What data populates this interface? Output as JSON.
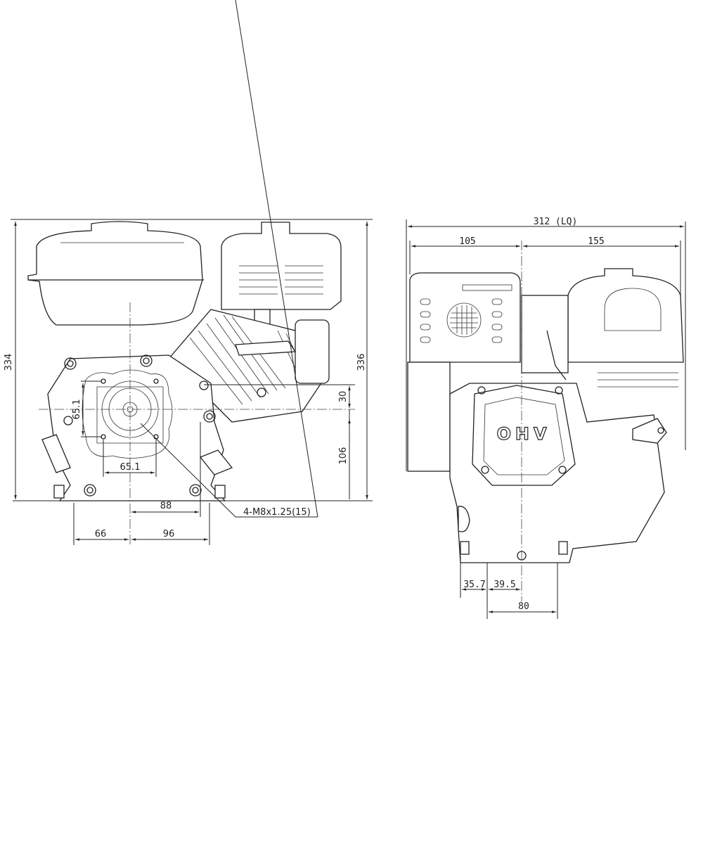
{
  "left_view": {
    "dims": {
      "overall_height_left": "334",
      "overall_height_right": "336",
      "bolt_vertical": "65.1",
      "bolt_horizontal": "65.1",
      "shaft_offset": "30",
      "shaft_height": "106",
      "mount_half": "88",
      "mount_left": "66",
      "mount_right": "96"
    },
    "callout": "4-M8x1.25(15)"
  },
  "right_view": {
    "dims": {
      "overall_length": "312 (LQ)",
      "left_part": "105",
      "right_part": "155",
      "base_left": "35.7",
      "base_mid": "39.5",
      "base_width": "80"
    },
    "valve_cover_label": "OHV"
  }
}
